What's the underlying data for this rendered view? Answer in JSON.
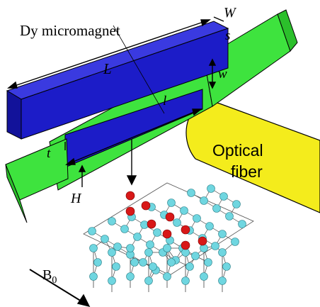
{
  "labels": {
    "micromagnet": "Dy micromagnet",
    "L": "L",
    "W": "W",
    "s": "s",
    "w": "w",
    "l": "l",
    "t": "t",
    "H": "H",
    "fiber_line1": "Optical",
    "fiber_line2": "fiber",
    "B0_main": "B",
    "B0_sub": "0"
  },
  "colors": {
    "magnet_blue": "#1c1cc8",
    "cantilever_green": "#3ee33e",
    "fiber_yellow": "#f4ec1c",
    "atom_cyan": "#6fd6e0",
    "atom_red": "#d81818",
    "line": "#000000"
  }
}
